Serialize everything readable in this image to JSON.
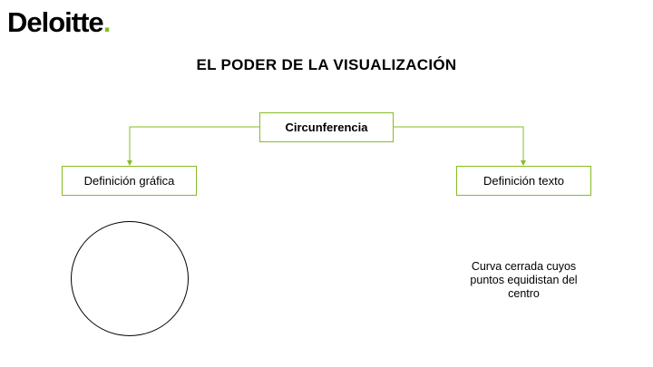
{
  "brand": {
    "name": "Deloitte",
    "dot": ".",
    "accent": "#86bc25"
  },
  "title": "EL PODER DE LA VISUALIZACIÓN",
  "diagram": {
    "root": "Circunferencia",
    "left": "Definición gráfica",
    "right": "Definición texto",
    "text_definition": "Curva cerrada cuyos puntos equidistan del centro"
  }
}
